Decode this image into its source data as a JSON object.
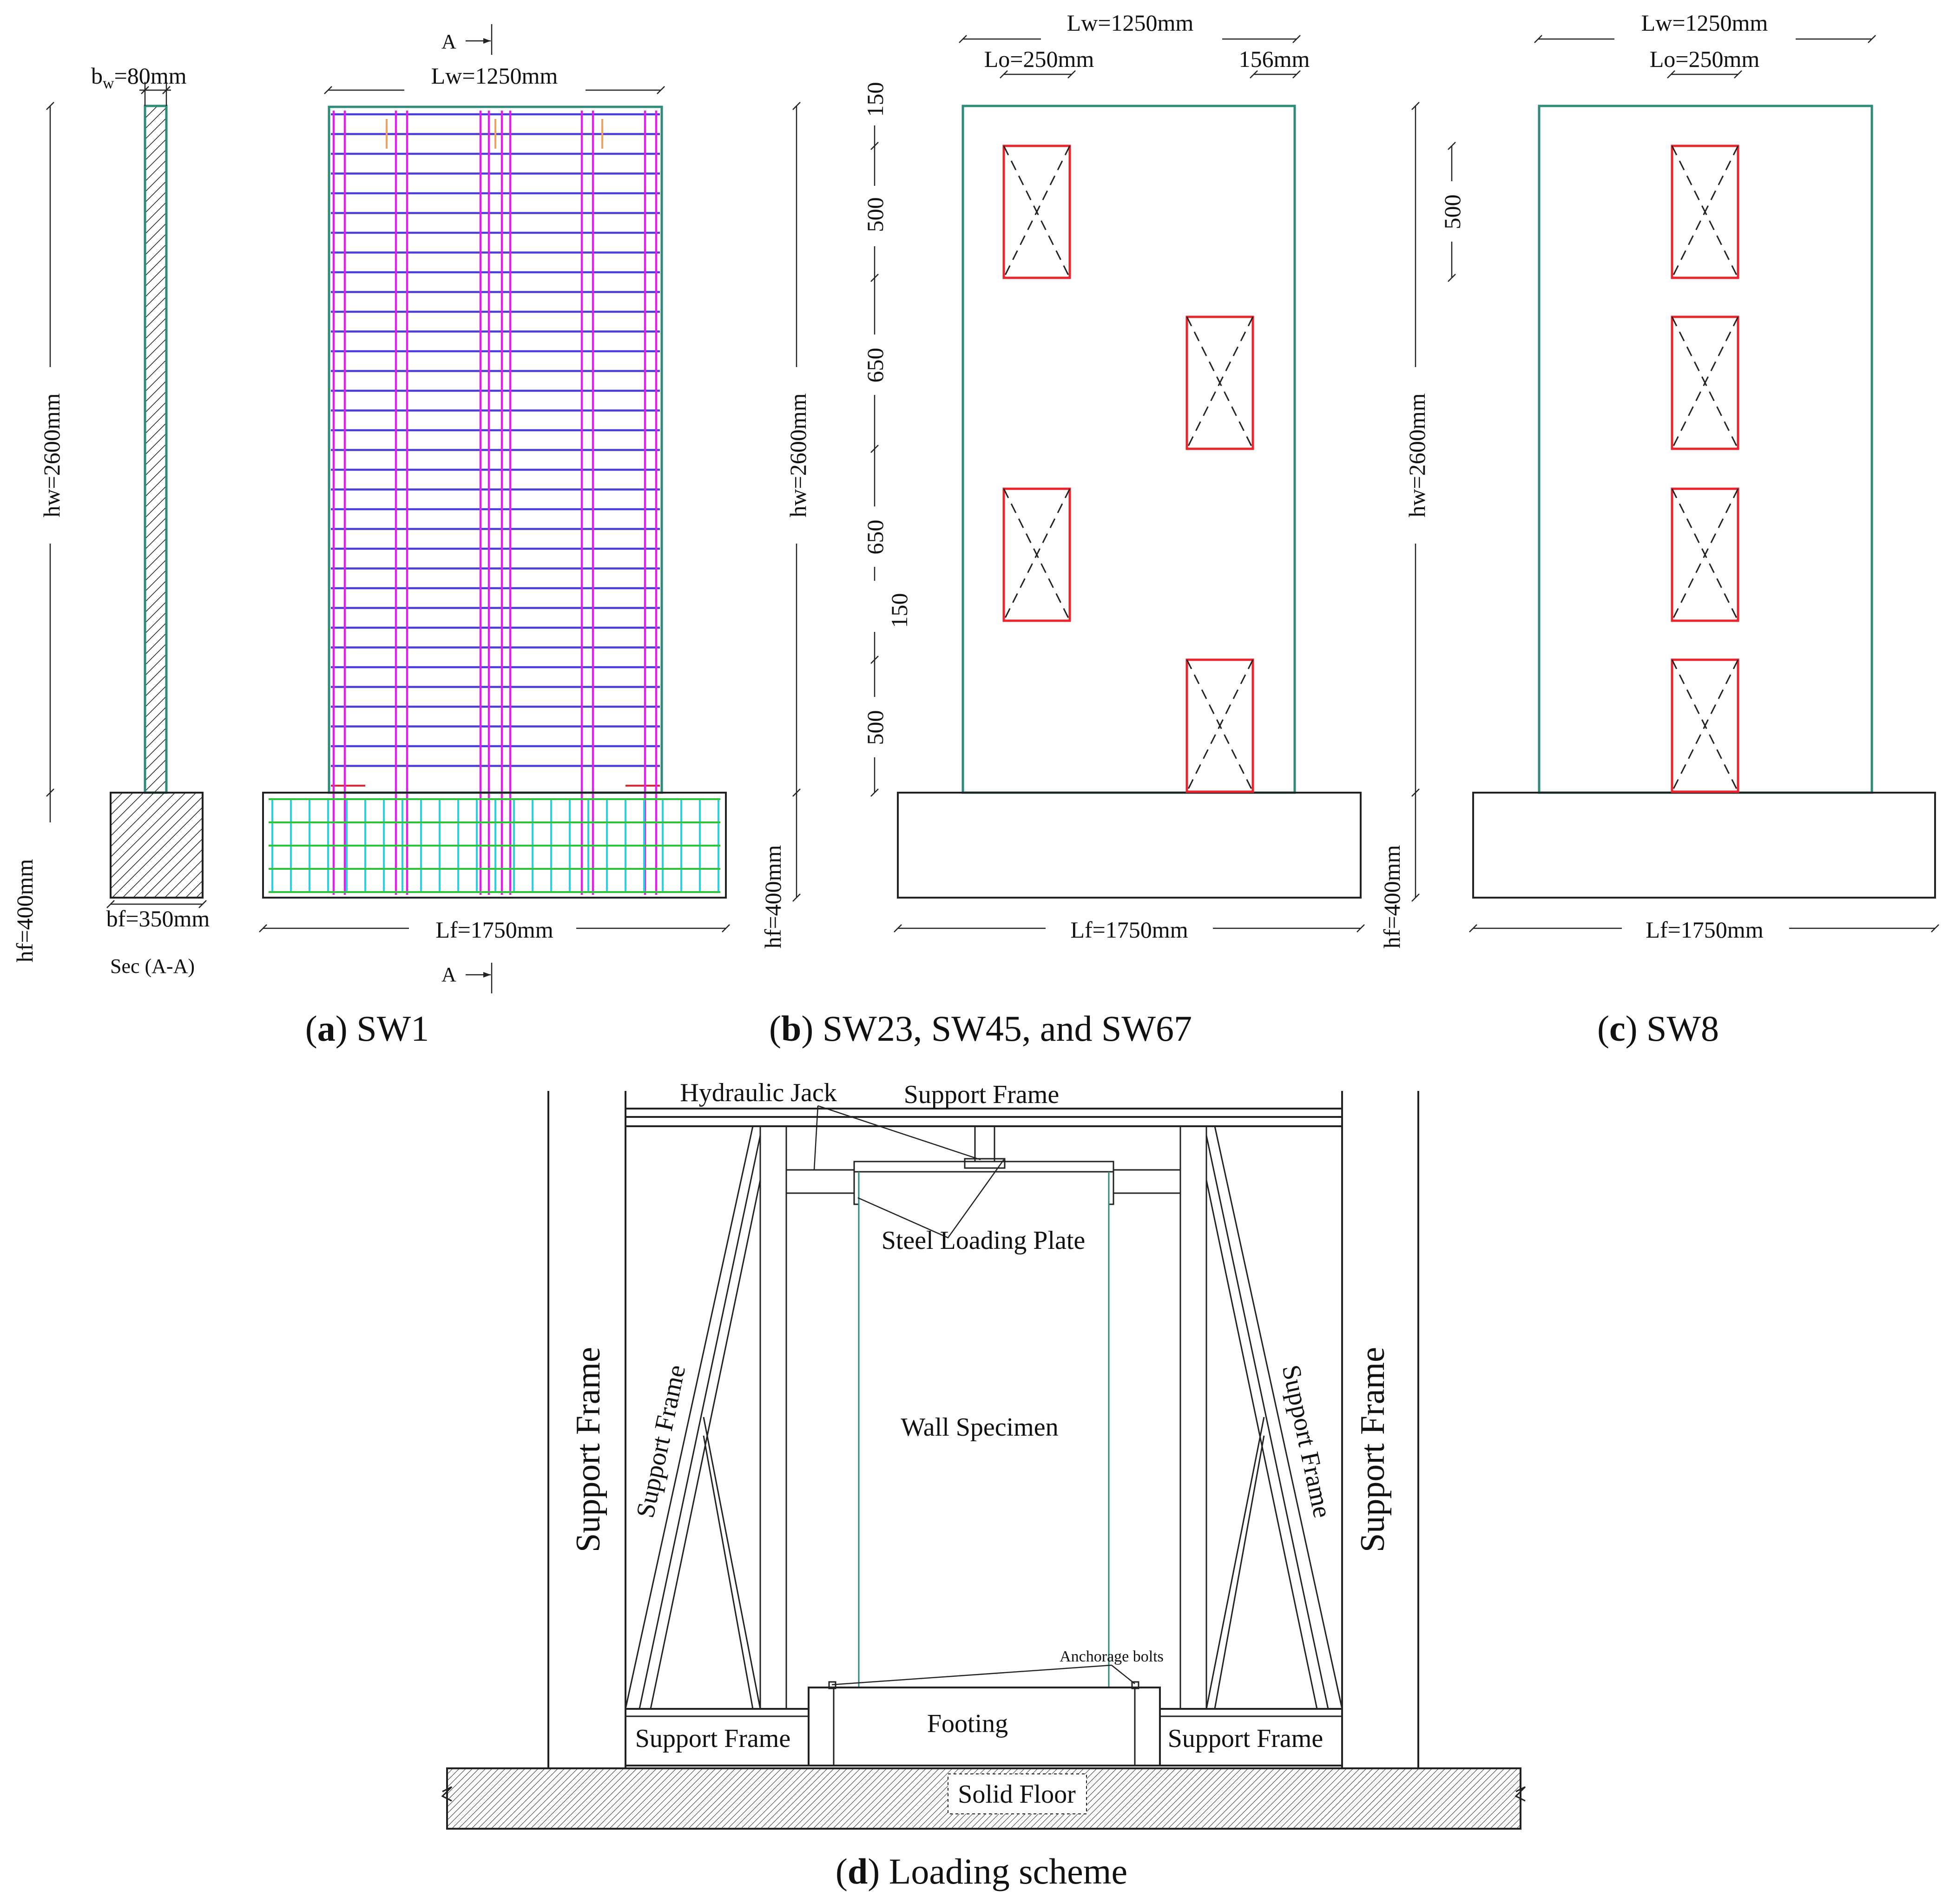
{
  "panel_a": {
    "caption_letter": "a",
    "caption_text": " SW1",
    "bw_label": "b",
    "bw_sub": "w",
    "bw_value": "=80mm",
    "lw_label": "Lw=1250mm",
    "hw_label": "hw=2600mm",
    "hf_label": "hf=400mm",
    "bf_label": "bf=350mm",
    "section_label": "Sec (A-A)",
    "lf_label": "Lf=1750mm",
    "cut_label_top": "A",
    "cut_label_bottom": "A"
  },
  "panel_b": {
    "caption_letter": "b",
    "caption_text": " SW23, SW45, and SW67",
    "lw_label": "Lw=1250mm",
    "lo_label": "Lo=250mm",
    "edge_label": "156mm",
    "hw_label": "hw=2600mm",
    "hf_label": "hf=400mm",
    "lf_label": "Lf=1750mm",
    "vertical_dims": [
      "150",
      "500",
      "650",
      "650",
      "150",
      "500"
    ]
  },
  "panel_c": {
    "caption_letter": "c",
    "caption_text": " SW8",
    "lw_label": "Lw=1250mm",
    "lo_label": "Lo=250mm",
    "dim_500": "500",
    "hw_label": "hw=2600mm",
    "hf_label": "hf=400mm",
    "lf_label": "Lf=1750mm"
  },
  "panel_d": {
    "caption_letter": "d",
    "caption_text": " Loading scheme",
    "hydraulic_jack": "Hydraulic Jack",
    "support_frame_top": "Support Frame",
    "steel_loading_plate": "Steel Loading Plate",
    "wall_specimen": "Wall Specimen",
    "support_frame_left_outer": "Support Frame",
    "support_frame_left_diag": "Support Frame",
    "support_frame_right_diag": "Support Frame",
    "support_frame_right_outer": "Support Frame",
    "anchorage_bolts": "Anchorage bolts",
    "footing": "Footing",
    "support_frame_bottom_left": "Support Frame",
    "support_frame_bottom_right": "Support Frame",
    "solid_floor": "Solid Floor"
  },
  "colors": {
    "wall_outline": "#2e8b7a",
    "openings": "#e8242c",
    "horizontal_rebar": "#4a3fd8",
    "vertical_rebar": "#e020e8",
    "stirrups": "#e8242c",
    "footing_longitudinal": "#2ec43a",
    "footing_transverse": "#2ad2e0"
  }
}
